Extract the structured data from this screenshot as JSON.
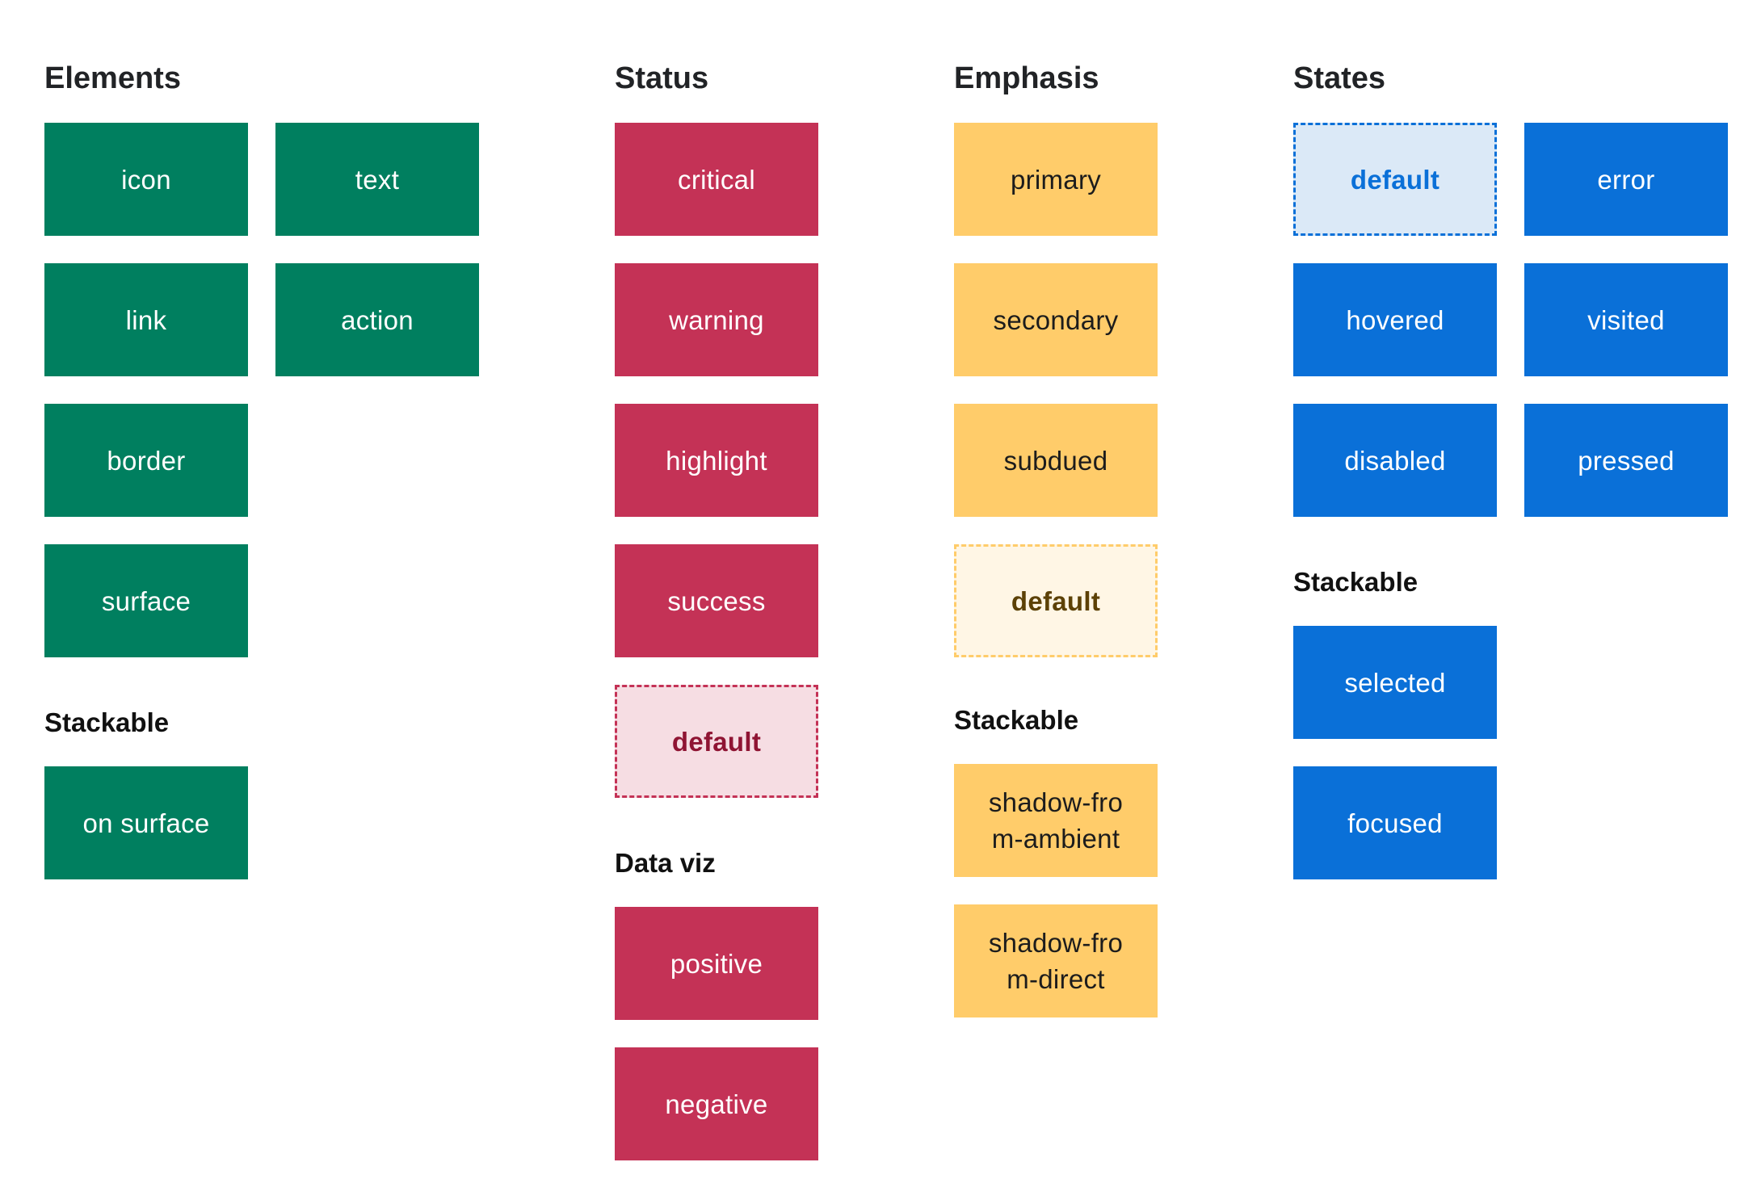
{
  "elements": {
    "heading": "Elements",
    "tiles": [
      "icon",
      "text",
      "link",
      "action",
      "border",
      "surface"
    ],
    "stackable_heading": "Stackable",
    "stackable_tiles": [
      "on surface"
    ]
  },
  "status": {
    "heading": "Status",
    "tiles": [
      "critical",
      "warning",
      "highlight",
      "success"
    ],
    "default_label": "default",
    "dataviz_heading": "Data viz",
    "dataviz_tiles": [
      "positive",
      "negative"
    ]
  },
  "emphasis": {
    "heading": "Emphasis",
    "tiles": [
      "primary",
      "secondary",
      "subdued"
    ],
    "default_label": "default",
    "stackable_heading": "Stackable",
    "stackable_tiles": [
      "shadow-from-ambient",
      "shadow-from-direct"
    ]
  },
  "states": {
    "heading": "States",
    "default_label": "default",
    "tiles": [
      "error",
      "hovered",
      "visited",
      "disabled",
      "pressed"
    ],
    "stackable_heading": "Stackable",
    "stackable_tiles": [
      "selected",
      "focused"
    ]
  },
  "colors": {
    "elements": "#007f5f",
    "status": "#c43256",
    "emphasis": "#ffcc6a",
    "states": "#0a70d8"
  }
}
